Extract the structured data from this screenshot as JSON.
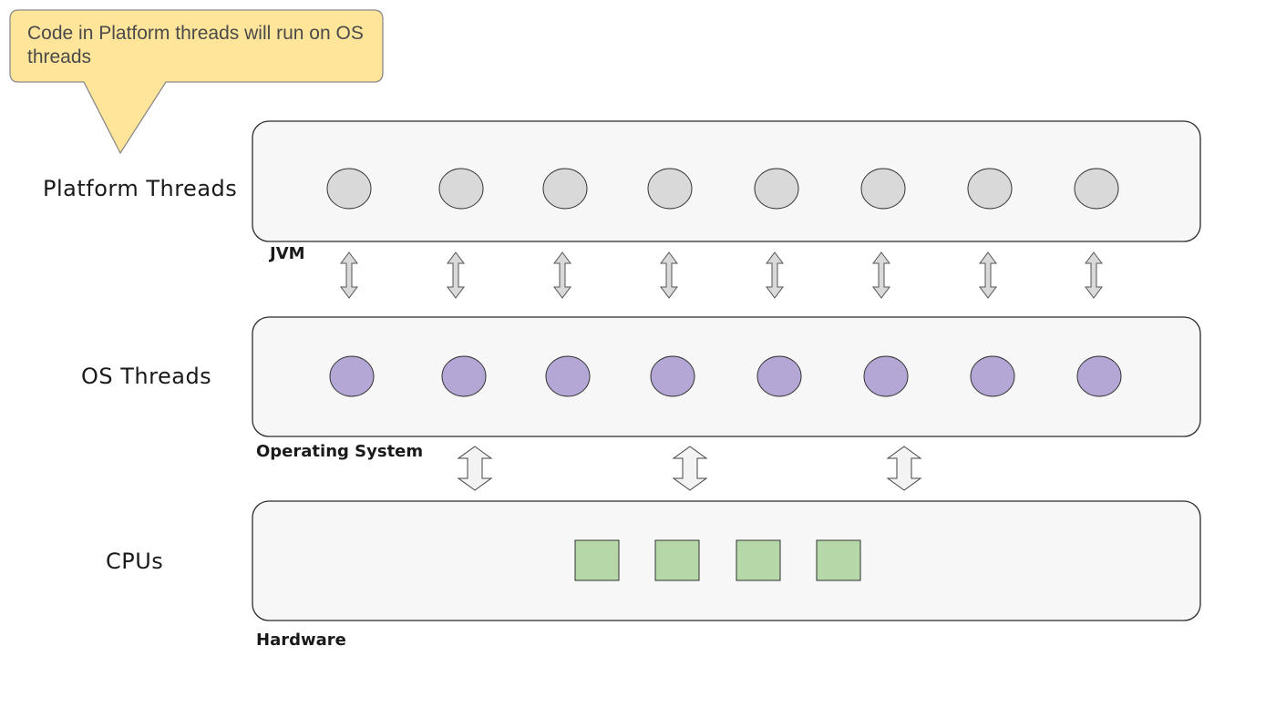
{
  "callout": {
    "text": "Code in Platform threads will run on OS threads",
    "fill": "#ffe599",
    "stroke": "#8a8a8a"
  },
  "rows": [
    {
      "id": "platform-threads",
      "label": "Platform Threads",
      "layer_label": "JVM",
      "node_shape": "circle",
      "node_count": 8,
      "node_fill": "#d9d9d9"
    },
    {
      "id": "os-threads",
      "label": "OS Threads",
      "layer_label": "Operating System",
      "node_shape": "circle",
      "node_count": 8,
      "node_fill": "#b4a7d6"
    },
    {
      "id": "cpus",
      "label": "CPUs",
      "layer_label": "Hardware",
      "node_shape": "square",
      "node_count": 4,
      "node_fill": "#b6d7a8"
    }
  ],
  "connectors": {
    "jvm_to_os": {
      "count": 8,
      "style": "thin-double-arrow",
      "fill": "#d9d9d9"
    },
    "os_to_hardware": {
      "count": 3,
      "style": "block-double-arrow",
      "fill": "#f3f3f3"
    }
  },
  "colors": {
    "layer_fill": "#f7f7f7",
    "layer_stroke": "#2b2b2b",
    "node_stroke": "#333333"
  }
}
